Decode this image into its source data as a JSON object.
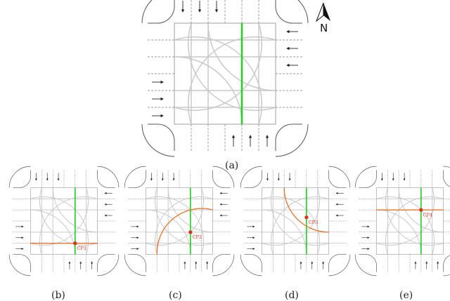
{
  "figure": {
    "north_label": "N",
    "panels": [
      {
        "id": "a",
        "caption": "(a)",
        "cp_label": "",
        "conflict": "none"
      },
      {
        "id": "b",
        "caption": "(b)",
        "cp_label": "CP1",
        "conflict": "horizontal-lower"
      },
      {
        "id": "c",
        "caption": "(c)",
        "cp_label": "CP2",
        "conflict": "arc-southwest"
      },
      {
        "id": "d",
        "caption": "(d)",
        "cp_label": "CP3",
        "conflict": "arc-northeast"
      },
      {
        "id": "e",
        "caption": "(e)",
        "cp_label": "CP4",
        "conflict": "horizontal-upper"
      }
    ],
    "colors": {
      "through_path": "#1fcf1f",
      "conflict_path": "#e8742c",
      "conflict_point": "#d8341b",
      "turn_paths": "#c9c9c9"
    }
  }
}
